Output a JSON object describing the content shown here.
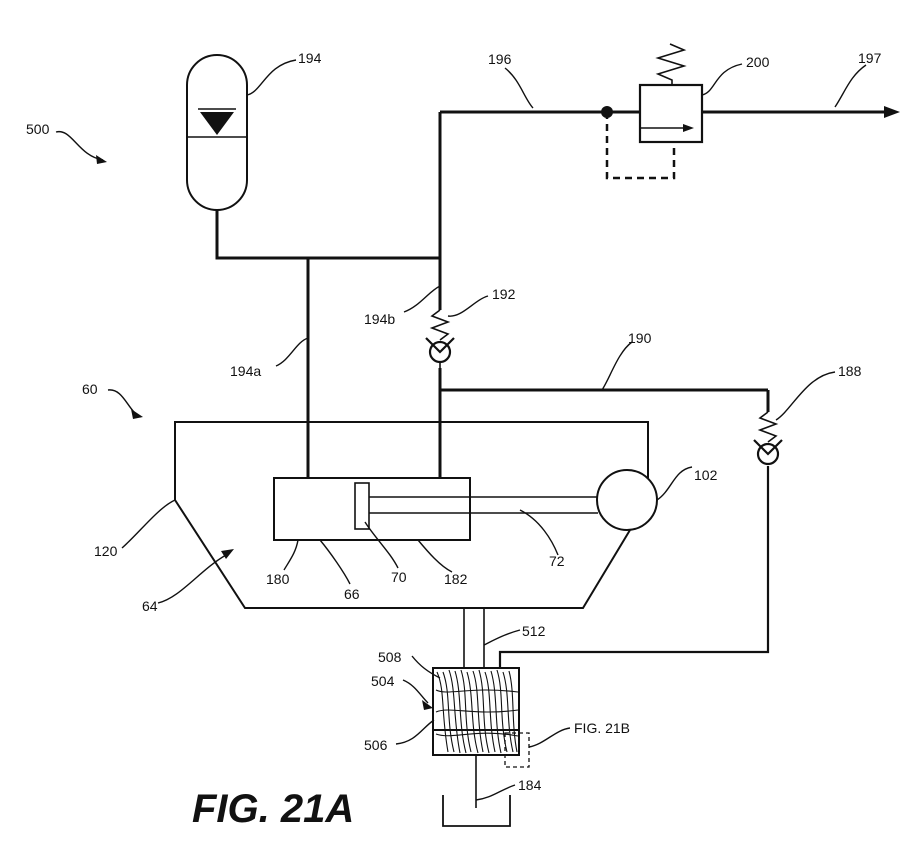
{
  "figure_title": "FIG. 21A",
  "labels": {
    "system": "500",
    "reservoir": "194",
    "line_196": "196",
    "relief_valve": "200",
    "outlet": "197",
    "line_194b": "194b",
    "check_valve_192": "192",
    "line_194a": "194a",
    "line_190": "190",
    "check_valve_188": "188",
    "housing": "60",
    "motor": "102",
    "wall_120": "120",
    "chamber_180": "180",
    "cylinder_66": "66",
    "piston_70": "70",
    "chamber_182": "182",
    "rod_72": "72",
    "sump_64": "64",
    "shaft_512": "512",
    "pump_508": "508",
    "pump_504": "504",
    "pump_506": "506",
    "ref_fig21b": "FIG. 21B",
    "drain_184": "184"
  },
  "colors": {
    "line": "#111111",
    "background": "#ffffff"
  }
}
